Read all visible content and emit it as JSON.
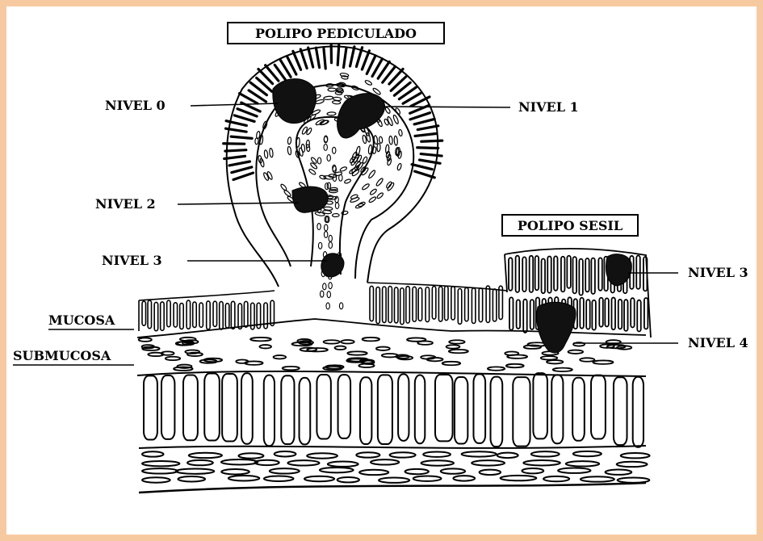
{
  "titles": {
    "pedunculated": "POLIPO PEDICULADO",
    "sessile": "POLIPO SESIL"
  },
  "levels": {
    "nivel0": "NIVEL 0",
    "nivel1": "NIVEL 1",
    "nivel2": "NIVEL 2",
    "nivel3_pedunculated": "NIVEL 3",
    "nivel3_sessile": "NIVEL 3",
    "nivel4": "NIVEL 4"
  },
  "layers": {
    "mucosa": "MUCOSA",
    "submucosa": "SUBMUCOSA"
  },
  "colors": {
    "frame": "#f7c9a0",
    "ink": "#000000",
    "tumor": "#111111"
  }
}
